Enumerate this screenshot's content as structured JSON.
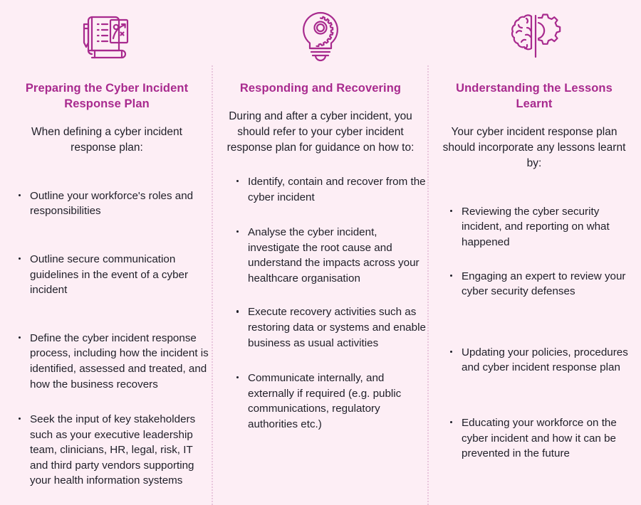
{
  "theme": {
    "background": "#fdeef5",
    "accent": "#a82a8e",
    "text": "#1f1f28",
    "divider": "#e9c6dd"
  },
  "columns": [
    {
      "icon": "notebook-checklist-chart-icon",
      "title": "Preparing the Cyber Incident Response Plan",
      "intro": "When defining a cyber incident response plan:",
      "bullets": [
        "Outline your workforce's roles and responsibilities",
        "Outline secure communication guidelines in the event of a cyber incident",
        "Define the cyber incident response process, including how the incident is identified, assessed and treated, and how the business recovers",
        "Seek the input of key stakeholders such as your executive leadership team, clinicians, HR, legal, risk, IT and third party vendors supporting your health information systems"
      ]
    },
    {
      "icon": "lightbulb-gear-icon",
      "title": "Responding and Recovering",
      "intro": "During and after a cyber incident, you should refer to your cyber incident response plan for guidance on how to:",
      "bullets": [
        "Identify, contain and recover from the cyber incident",
        "Analyse the cyber incident, investigate the root cause and understand the impacts across your healthcare organisation",
        "Execute recovery activities such as restoring data or systems and enable business as usual activities",
        "Communicate internally, and externally if required (e.g. public communications, regulatory authorities etc.)"
      ]
    },
    {
      "icon": "brain-gear-icon",
      "title": "Understanding the Lessons Learnt",
      "intro": "Your cyber incident response plan should incorporate any lessons learnt by:",
      "bullets": [
        "Reviewing the cyber security incident, and reporting on what happened",
        "Engaging an expert to review your cyber security defenses",
        "Updating your policies, procedures and cyber incident response plan",
        "Educating your workforce on the cyber incident and how it can be prevented in the future"
      ]
    }
  ]
}
